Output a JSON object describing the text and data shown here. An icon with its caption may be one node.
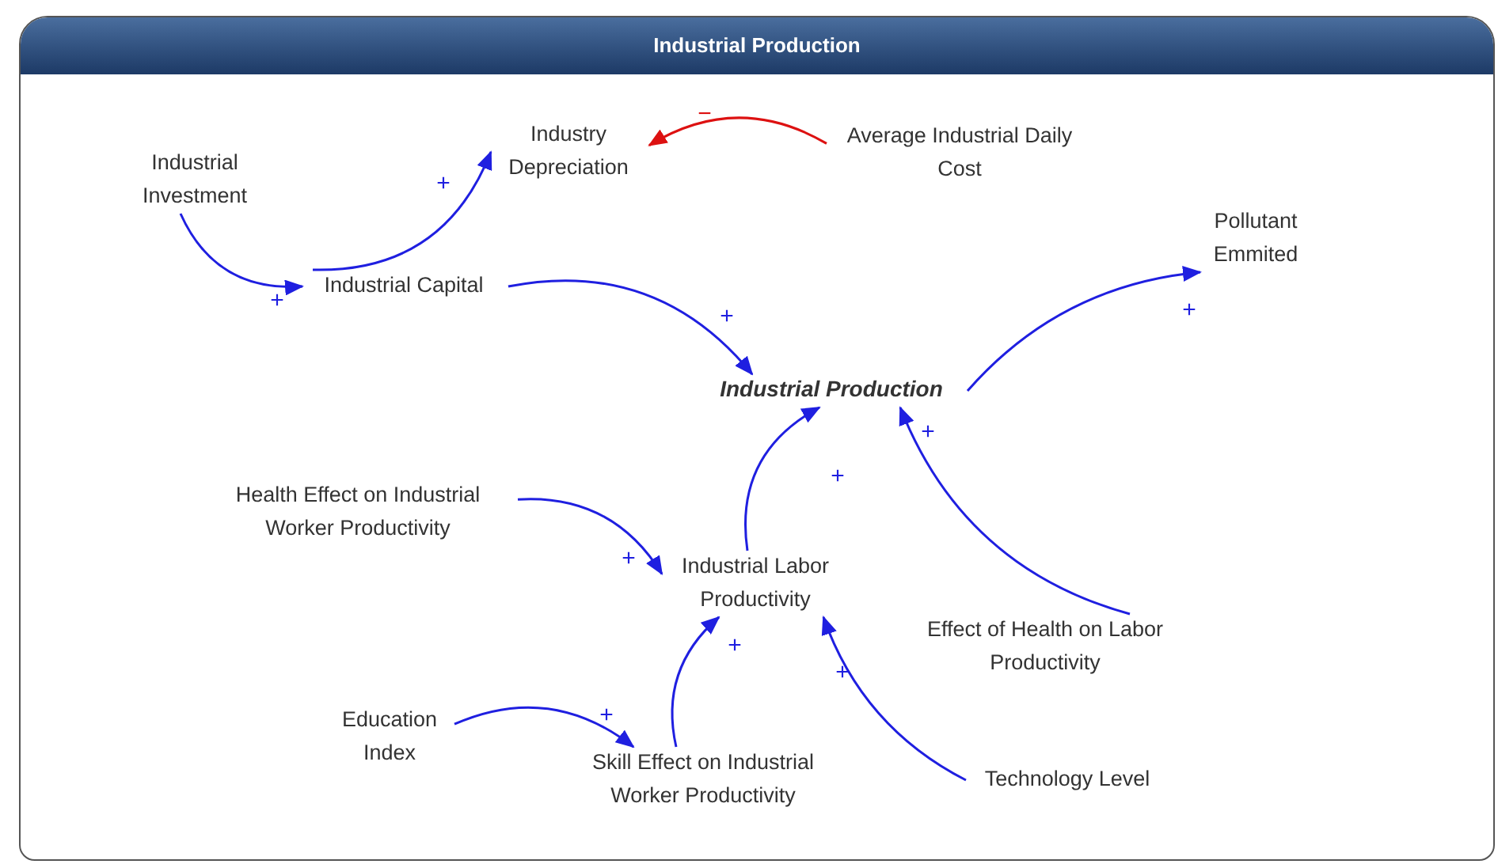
{
  "diagram": {
    "nodes": [
      {
        "text": [
          "Industrial Production"
        ]
      },
      {
        "text": [
          "Industrial Investment"
        ],
        "in": 0
      },
      {
        "text": [
          "Industry Depreciation"
        ],
        "in": 0
      },
      {
        "text": [
          "Average Industrial Daily Cost"
        ],
        "in": 0
      },
      {
        "text": [
          "Industrial Capital"
        ],
        "in": 0
      },
      {
        "text": [
          "Pollutant Emmited"
        ],
        "in": 0
      },
      {
        "text": [
          "Industrial Production"
        ],
        "in": 0
      },
      {
        "text": [
          "Health Effect on Industrial Worker Productivity"
        ],
        "in": 0
      },
      {
        "text": [
          "Industrial Labor Productivity"
        ],
        "in": 0
      },
      {
        "text": [
          "Effect of Health on Labor Productivity"
        ],
        "in": 0
      },
      {
        "text": [
          "Education Index"
        ],
        "in": 0
      },
      {
        "text": [
          "Skill Effect on Industrial Worker Productivity"
        ],
        "in": 0
      },
      {
        "text": [
          "Technology Level"
        ],
        "in": 0
      }
    ],
    "edges": [
      {
        "from": 1,
        "to": 4,
        "arrow": "to",
        "label": "+"
      },
      {
        "from": 4,
        "to": 2,
        "arrow": "to",
        "label": "+"
      },
      {
        "from": 3,
        "to": 2,
        "arrow": "to",
        "label": "−",
        "color": "#dd1111"
      },
      {
        "from": 4,
        "to": 6,
        "arrow": "to",
        "label": "+"
      },
      {
        "from": 6,
        "to": 5,
        "arrow": "to",
        "label": "+"
      },
      {
        "from": 8,
        "to": 6,
        "arrow": "to",
        "label": "+"
      },
      {
        "from": 9,
        "to": 6,
        "arrow": "to",
        "label": "+"
      },
      {
        "from": 7,
        "to": 8,
        "arrow": "to",
        "label": "+"
      },
      {
        "from": 10,
        "to": 11,
        "arrow": "to",
        "label": "+"
      },
      {
        "from": 11,
        "to": 8,
        "arrow": "to",
        "label": "+"
      },
      {
        "from": 12,
        "to": 8,
        "arrow": "to",
        "label": "+"
      }
    ]
  }
}
